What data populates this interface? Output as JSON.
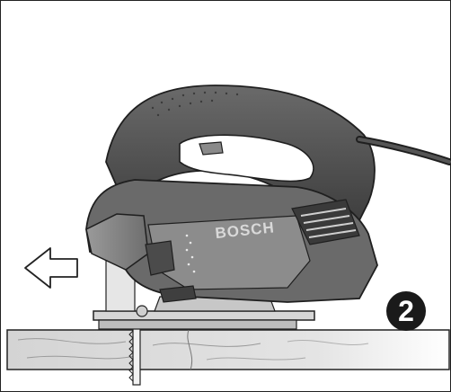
{
  "figure": {
    "brand_label": "BOSCH",
    "step_number": "2",
    "arrow_direction": "left",
    "icons": [
      "jigsaw-illustration",
      "direction-arrow-icon",
      "workpiece-board",
      "saw-blade"
    ]
  },
  "colors": {
    "tool_dark": "#4a4a4a",
    "tool_mid": "#7c7c7c",
    "tool_light": "#a8a8a8",
    "board": "#d9d9d9",
    "badge": "#1a1a1a"
  }
}
